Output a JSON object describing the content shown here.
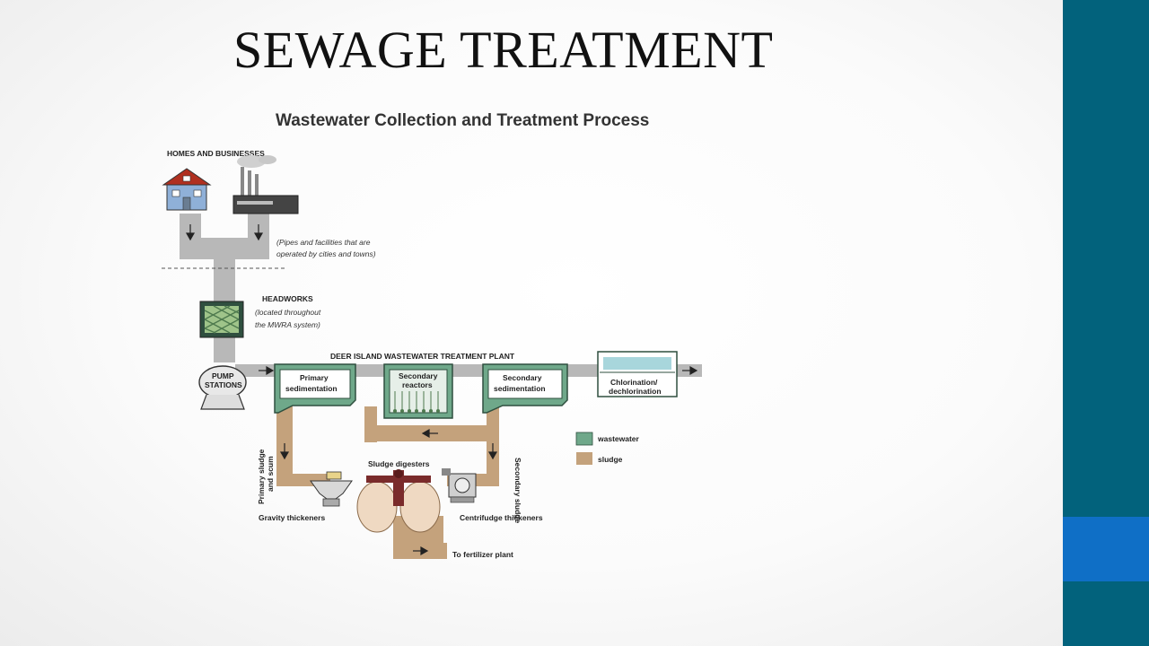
{
  "slide": {
    "title": "SEWAGE TREATMENT"
  },
  "diagram": {
    "title": "Wastewater Collection and Treatment Process",
    "homes_label": "HOMES AND BUSINESSES",
    "pipes_note_1": "(Pipes and facilities that are",
    "pipes_note_2": "operated by cities and towns)",
    "headworks_label": "HEADWORKS",
    "headworks_note_1": "(located throughout",
    "headworks_note_2": "the MWRA system)",
    "plant_label": "DEER ISLAND WASTEWATER TREATMENT PLANT",
    "pump_1": "PUMP",
    "pump_2": "STATIONS",
    "primary_1": "Primary",
    "primary_2": "sedimentation",
    "reactors_1": "Secondary",
    "reactors_2": "reactors",
    "secondary_1": "Secondary",
    "secondary_2": "sedimentation",
    "chlor_1": "Chlorination/",
    "chlor_2": "dechlorination",
    "primary_sludge_1": "Primary sludge",
    "primary_sludge_2": "and scum",
    "secondary_sludge": "Secondary sludge",
    "digesters_label": "Sludge digesters",
    "gravity_label": "Gravity thickeners",
    "centrifuge_label": "Centrifudge thickeners",
    "fertilizer_label": "To fertilizer plant",
    "legend": {
      "wastewater": "wastewater",
      "sludge": "sludge"
    },
    "colors": {
      "wastewater": "#6fa88a",
      "sludge": "#c4a27c",
      "pipe": "#b8b8b8",
      "sidebar": "#02627c",
      "sidebar_accent": "#0f6fc6"
    }
  }
}
